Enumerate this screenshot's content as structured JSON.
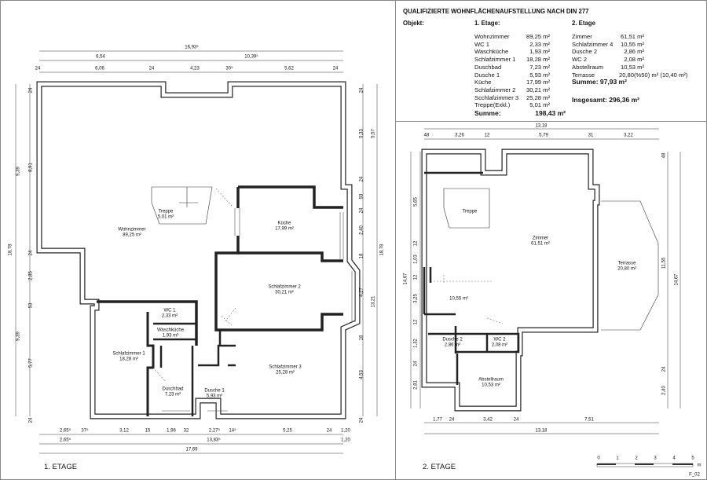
{
  "header": {
    "title": "QUALIFIZIERTE WOHNFLÄCHENAUFSTELLUNG NACH DIN 277",
    "object_label": "Objekt:",
    "floor1_heading": "1. Etage:",
    "floor2_heading": "2. Etage"
  },
  "floor1_areas": [
    {
      "name": "Wohnzimmer",
      "area": "89,25 m²"
    },
    {
      "name": "WC 1",
      "area": "2,33 m²"
    },
    {
      "name": "Waschküche",
      "area": "1,93 m²"
    },
    {
      "name": "Schlafzimmer 1",
      "area": "18,28 m²"
    },
    {
      "name": "Duschbad",
      "area": "7,23 m²"
    },
    {
      "name": "Dusche 1",
      "area": "5,93 m²"
    },
    {
      "name": "Küche",
      "area": "17,99 m²"
    },
    {
      "name": "Schlafzimmer 2",
      "area": "30,21 m²"
    },
    {
      "name": "Scchlafzimmer 3",
      "area": "25,28 m²"
    },
    {
      "name": "Treppe(Exkl.)",
      "area": "5,01 m²"
    }
  ],
  "floor1_sum": {
    "label": "Summe:",
    "value": "198,43 m²"
  },
  "floor2_areas": [
    {
      "name": "Zimmer",
      "area": "61,51 m²"
    },
    {
      "name": "Schlafzimmer 4",
      "area": "10,55 m²"
    },
    {
      "name": "Dusche 2",
      "area": "2,86 m²"
    },
    {
      "name": "WC 2",
      "area": "2,08 m²"
    },
    {
      "name": "Abstellraum",
      "area": "10,53 m²"
    },
    {
      "name": "Terrasse",
      "area": "20,80(%50) m² (10,40 m²)"
    }
  ],
  "floor2_sum": {
    "label": "Summe:",
    "value": "97,93 m²"
  },
  "total": {
    "label": "Insgesamt:",
    "value": "296,36 m²"
  },
  "plan1": {
    "label": "1. ETAGE",
    "rooms": {
      "wohnzimmer": {
        "name": "Wohnzimmer",
        "area": "89,25 m²"
      },
      "treppe": {
        "name": "Treppe",
        "area": "5,01 m²"
      },
      "kueche": {
        "name": "Küche",
        "area": "17,99 m²"
      },
      "schlaf2": {
        "name": "Schlafzimmer 2",
        "area": "30,21 m²"
      },
      "wc1": {
        "name": "WC 1",
        "area": "2,33 m²"
      },
      "wasch": {
        "name": "Waschküche",
        "area": "1,93 m²"
      },
      "schlaf1": {
        "name": "Schlafzimmer 1",
        "area": "18,28 m²"
      },
      "schlaf3": {
        "name": "Schlafzimmer 3",
        "area": "25,28 m²"
      },
      "duschbad": {
        "name": "Duschbad",
        "area": "7,23 m²"
      },
      "dusche1": {
        "name": "Dusche 1",
        "area": "5,93 m²"
      }
    },
    "dims_top": [
      "16,93⁵",
      "6,54",
      "10,39⁵",
      "24",
      "6,06",
      "24",
      "4,23",
      "30⁵",
      "5,62",
      "24"
    ],
    "dims_bottom": [
      "2,65⁵",
      "37⁵",
      "3,12",
      "15",
      "1,96",
      "32",
      "2,27⁵",
      "14⁵",
      "5,25",
      "24",
      "1,20",
      "2,65⁵",
      "13,83⁵",
      "1,20",
      "17,69"
    ],
    "dims_left": [
      "18,78",
      "9,39",
      "24",
      "8,91",
      "24",
      "2,85",
      "53",
      "9,39",
      "5,77",
      "24"
    ],
    "dims_right": [
      "18,78",
      "24",
      "5,33",
      "5,57",
      "24",
      "93",
      "24",
      "2,40",
      "18",
      "4,27",
      "13,21",
      "18",
      "4,53",
      "24"
    ]
  },
  "plan2": {
    "label": "2. ETAGE",
    "rooms": {
      "treppe": {
        "name": "Treppe"
      },
      "zimmer": {
        "name": "Zimmer",
        "area": "61,51 m²"
      },
      "terrasse": {
        "name": "Terrasse",
        "area": "20,80 m²"
      },
      "schlaf4": {
        "name": "10,55 m²"
      },
      "dusche2": {
        "name": "Dusche 2",
        "area": "2,86 m²"
      },
      "wc2": {
        "name": "WC 2",
        "area": "2,08 m²"
      },
      "abstell": {
        "name": "Abstellraum",
        "area": "10,53 m²"
      }
    },
    "dims_top": [
      "13,18",
      "48",
      "3,26",
      "12",
      "5,79",
      "31",
      "3,22"
    ],
    "dims_bottom": [
      "1,77",
      "24",
      "3,42",
      "24",
      "7,51",
      "13,18"
    ],
    "dims_left": [
      "5,65",
      "14,67",
      "12",
      "1,03",
      "12",
      "3,25",
      "12",
      "1,32",
      "24",
      "2,81"
    ],
    "dims_right": [
      "48",
      "11,55",
      "14,67",
      "24",
      "2,40"
    ]
  },
  "scale": {
    "ticks": [
      "0",
      "1",
      "2",
      "3",
      "4",
      "5"
    ],
    "unit": "m",
    "code": "F_02"
  }
}
